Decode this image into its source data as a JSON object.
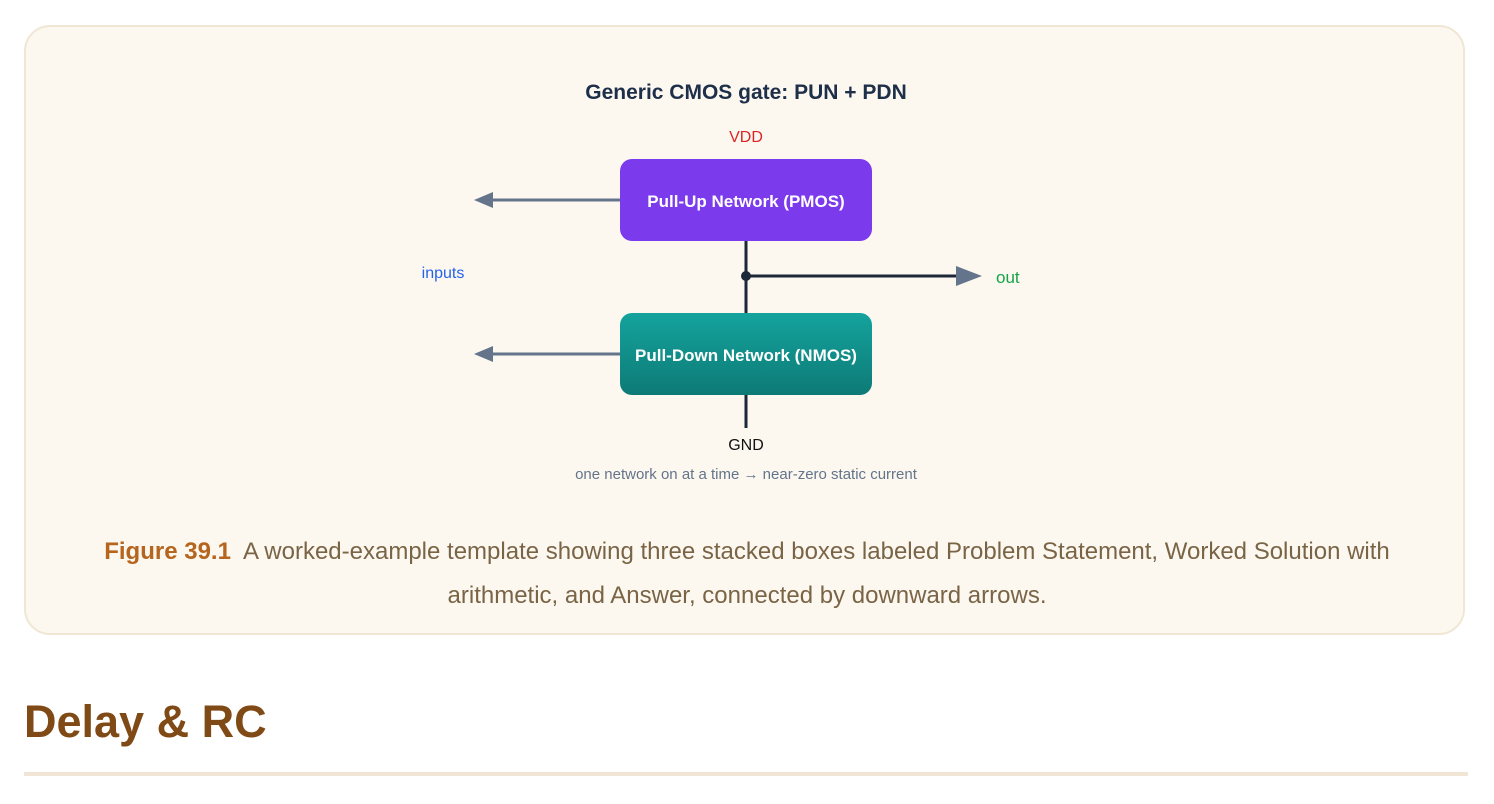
{
  "diagram": {
    "title": "Generic CMOS gate: PUN + PDN",
    "vdd_label": "VDD",
    "gnd_label": "GND",
    "inputs_label": "inputs",
    "out_label": "out",
    "pun_label": "Pull-Up Network (PMOS)",
    "pdn_label": "Pull-Down Network (NMOS)",
    "note": "one network on at a time → near-zero static current",
    "colors": {
      "pun_fill": "#7c3aed",
      "pdn_fill_top": "#14a39d",
      "pdn_fill_bottom": "#0e7a76",
      "wire": "#1b2838",
      "input_arrow": "#64748b",
      "vdd": "#dc2626",
      "inputs": "#2563eb",
      "out": "#16a34a",
      "title": "#1e2f4a"
    }
  },
  "caption": {
    "figure_number": "Figure 39.1",
    "text": "A worked-example template showing three stacked boxes labeled Problem Statement, Worked Solution with arithmetic, and Answer, connected by downward arrows."
  },
  "section": {
    "heading": "Delay & RC"
  }
}
